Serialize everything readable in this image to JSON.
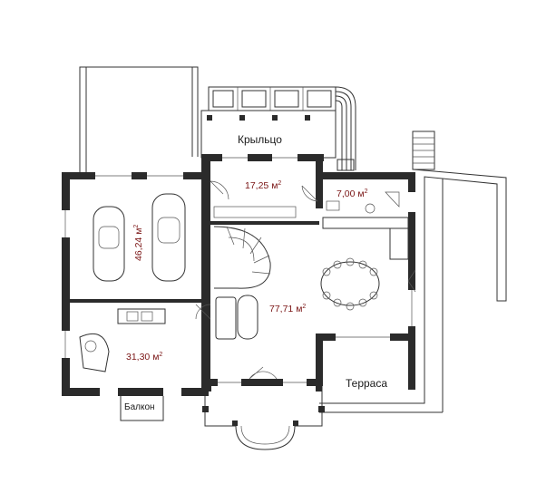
{
  "plan": {
    "labels": {
      "porch": "Крыльцо",
      "terrace": "Терраса",
      "balcony": "Балкон"
    },
    "areas": {
      "garage": "46,24 м",
      "hall": "17,25 м",
      "bath": "7,00 м",
      "office": "31,30 м",
      "living": "77,71 м"
    },
    "area_unit_exponent": "2",
    "colors": {
      "walls": "#2b2b2b",
      "area_text": "#7a1515",
      "label_text": "#1a1a1a"
    }
  }
}
